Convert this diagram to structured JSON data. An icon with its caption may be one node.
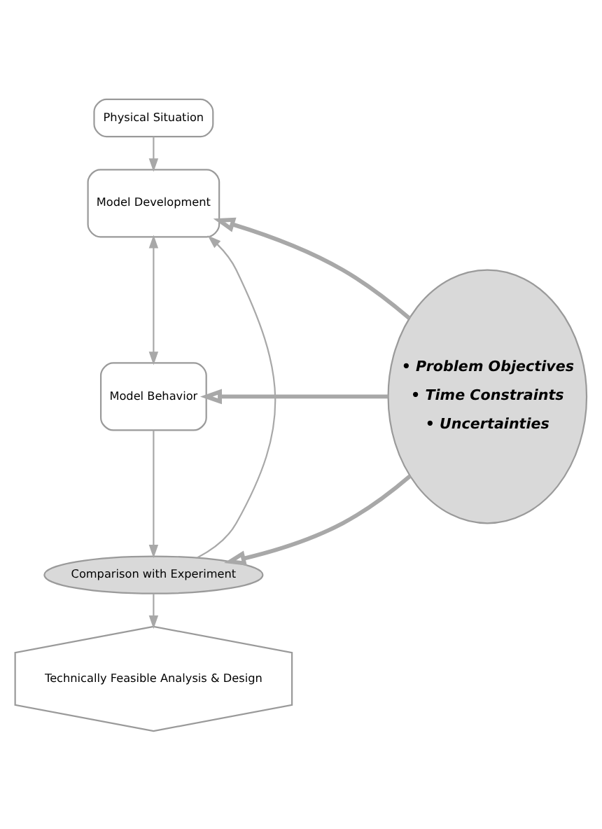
{
  "diagram": {
    "nodes": [
      {
        "text": [
          "Physical Situation"
        ]
      },
      {
        "text": [
          "Model Development"
        ]
      },
      {
        "text": [
          "Model Behavior"
        ]
      },
      {
        "text": [
          "Comparison with Experiment"
        ]
      },
      {
        "text": [
          "Technically Feasible Analysis & Design"
        ]
      },
      {
        "text": [
          "• Problem Objectives",
          "• Time Constraints",
          "• Uncertainties"
        ]
      }
    ],
    "edges": [
      {
        "from": 0,
        "to": 1,
        "arrow": "to"
      },
      {
        "from": 1,
        "to": 2,
        "arrow": "both"
      },
      {
        "from": 2,
        "to": 3,
        "arrow": "to"
      },
      {
        "from": 3,
        "to": 1,
        "arrow": "to"
      },
      {
        "from": 3,
        "to": 4,
        "arrow": "to"
      },
      {
        "from": 5,
        "to": 1,
        "arrow": "to",
        "style": "thick"
      },
      {
        "from": 5,
        "to": 2,
        "arrow": "to",
        "style": "thick"
      },
      {
        "from": 5,
        "to": 3,
        "arrow": "to",
        "style": "thick"
      }
    ]
  }
}
